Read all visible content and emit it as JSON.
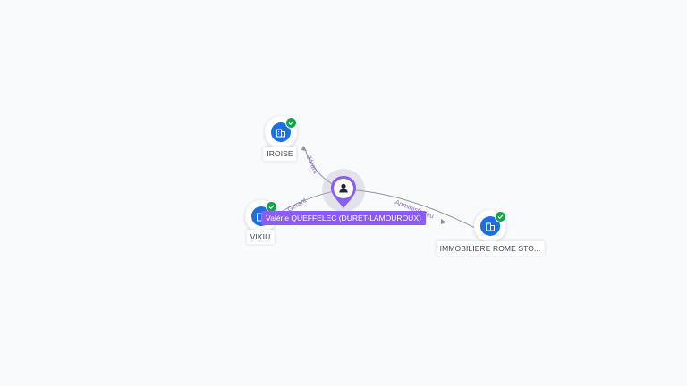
{
  "graph": {
    "person": {
      "name": "Valérie QUEFFELEC (DURET-LAMOUROUX)",
      "icon": "person-pin-icon",
      "color": "#8b5cf6"
    },
    "companies": [
      {
        "key": "iroise",
        "label": "IROISE",
        "icon": "building-icon",
        "status": "verified-check-icon"
      },
      {
        "key": "vikiu",
        "label": "VIKIU",
        "icon": "building-icon",
        "status": "verified-check-icon"
      },
      {
        "key": "immobiliere",
        "label": "IMMOBILIERE ROME STO...",
        "icon": "building-icon",
        "status": "verified-check-icon"
      }
    ],
    "relations": [
      {
        "label": "Gérant"
      },
      {
        "label": "Gérant"
      },
      {
        "label": "Administrateu"
      }
    ],
    "colors": {
      "company": "#1b6fe6",
      "verified": "#15a34a",
      "edge": "#8f8fa6",
      "relation_text": "#8b6bd9"
    }
  }
}
